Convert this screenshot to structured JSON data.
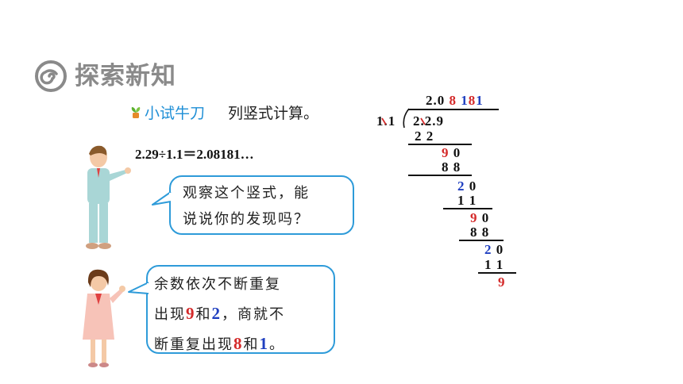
{
  "header": {
    "title": "探索新知",
    "icon": "spiral-icon"
  },
  "task": {
    "try_label": "小试牛刀",
    "instruction": "列竖式计算。",
    "icon": "sprout-icon"
  },
  "equation": "2.29÷1.1＝2.08181…",
  "bubble_boy": {
    "line1": "观察这个竖式，能",
    "line2": "说说你的发现吗？"
  },
  "bubble_girl": {
    "line1": "余数依次不断重复",
    "line2_a": "出现",
    "line2_num1": "9",
    "line2_b": "和",
    "line2_num2": "2",
    "line2_c": "，商就不",
    "line3_a": "断重复出现",
    "line3_num1": "8",
    "line3_b": "和",
    "line3_num2": "1",
    "line3_c": "。"
  },
  "long_division": {
    "quotient_prefix": "2.0",
    "quotient_d1": "8",
    "quotient_d2": "1",
    "quotient_d3": "8",
    "quotient_d4": "1",
    "divisor": "1.1",
    "dividend": "2.2.9",
    "rows": [
      {
        "text": "2 2"
      },
      {
        "lead": "9",
        "rest": " 0"
      },
      {
        "text": "8 8"
      },
      {
        "lead": "2",
        "rest": " 0"
      },
      {
        "text": "1 1"
      },
      {
        "lead": "9",
        "rest": " 0"
      },
      {
        "text": "8 8"
      },
      {
        "lead": "2",
        "rest": " 0"
      },
      {
        "text": "1 1"
      },
      {
        "lead": "9",
        "rest": ""
      }
    ]
  },
  "colors": {
    "accent_blue": "#2e9bd9",
    "red": "#d42a2a",
    "blue": "#1f3fc0",
    "title_gray": "#8a8a8a"
  }
}
